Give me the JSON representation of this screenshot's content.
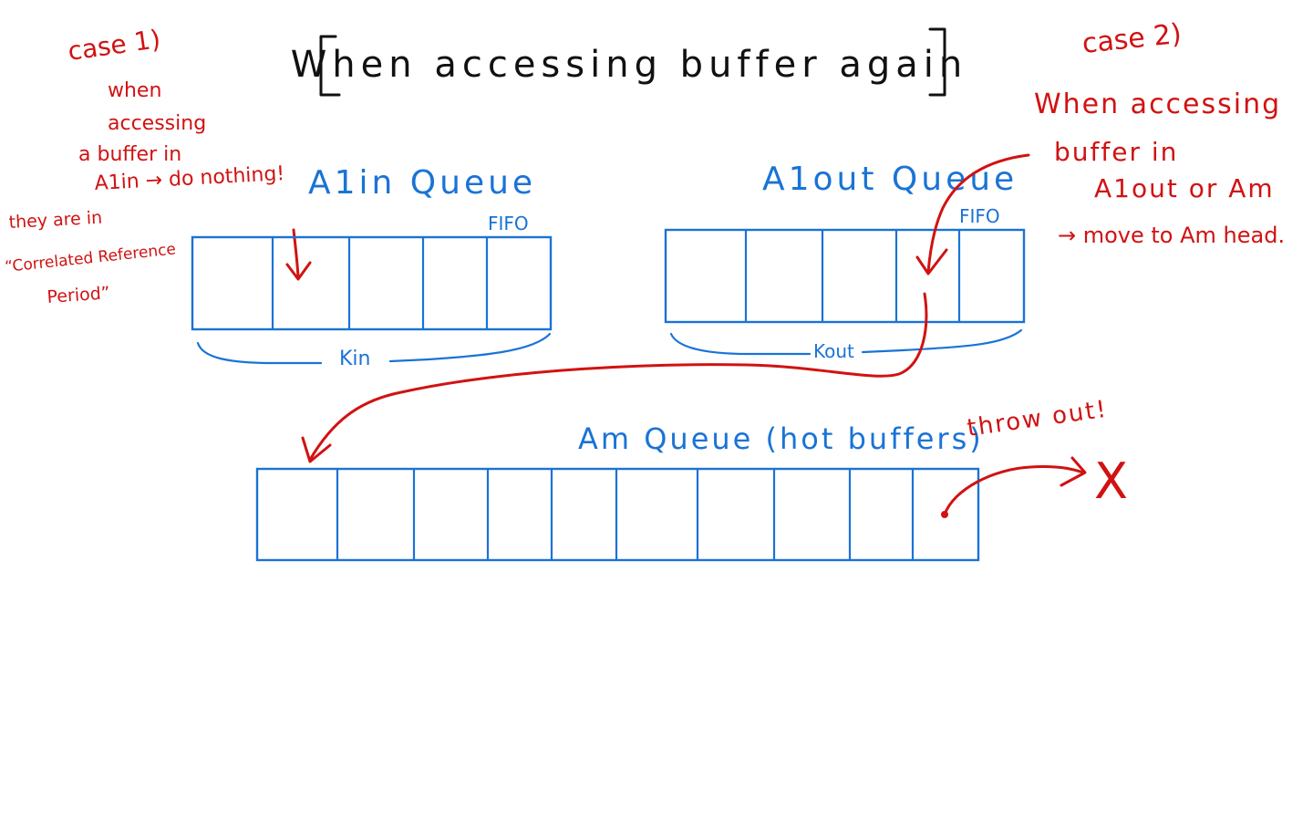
{
  "title": "When accessing buffer again",
  "case1": {
    "label": "case 1)",
    "lines": [
      "when",
      "accessing",
      "a buffer in",
      "A1in → do nothing!"
    ],
    "note_lines": [
      "they are in",
      "“Correlated Reference",
      "Period”"
    ]
  },
  "case2": {
    "label": "case 2)",
    "lines": [
      "When accessing",
      "buffer in",
      "A1out or Am",
      "→ move to Am head."
    ]
  },
  "queues": {
    "a1in": {
      "title": "A1in Queue",
      "tag": "FIFO",
      "size_label": "Kin",
      "slots": 5
    },
    "a1out": {
      "title": "A1out Queue",
      "tag": "FIFO",
      "size_label": "Kout",
      "slots": 5
    },
    "am": {
      "title": "Am Queue (hot buffers)",
      "slots": 10,
      "evict_label": "throw out!",
      "evict_mark": "X"
    }
  },
  "colors": {
    "ink_black": "#111111",
    "ink_blue": "#1a73d6",
    "ink_red": "#d11212"
  }
}
